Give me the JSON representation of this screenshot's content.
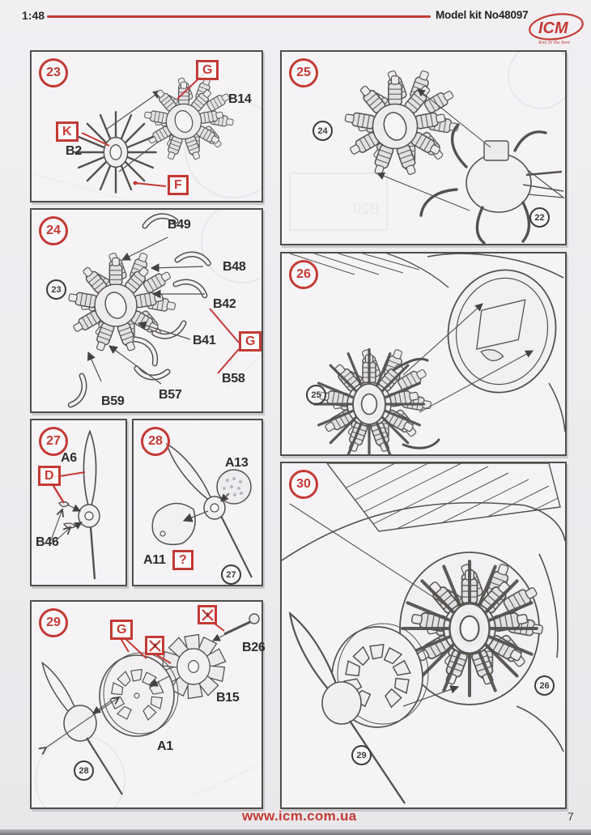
{
  "page": {
    "scale_label": "1:48",
    "kit_label": "Model kit No48097",
    "website": "www.icm.com.ua",
    "page_number": "7"
  },
  "brand": {
    "logo_text": "ICM",
    "logo_tagline": "Kits in the best"
  },
  "colors": {
    "accent_red": "#c43a35",
    "drawing_ink": "#4b4947",
    "paper": "#edebee",
    "panel_background": "#f5f3f6"
  },
  "icons": {
    "no_glue": "no-glue-icon",
    "optional_mark": "question-mark-icon"
  },
  "steps": {
    "s23": {
      "number": "23",
      "parts": {
        "g": "G",
        "b14": "B14",
        "k": "K",
        "b2": "B2",
        "f": "F"
      }
    },
    "s24": {
      "number": "24",
      "refs": {
        "r23": "23"
      },
      "parts": {
        "b49": "B49",
        "b48": "B48",
        "b42": "B42",
        "b41": "B41",
        "g": "G",
        "b58": "B58",
        "b57": "B57",
        "b59": "B59"
      }
    },
    "s25": {
      "number": "25",
      "refs": {
        "r24": "24",
        "r22": "22"
      }
    },
    "s26": {
      "number": "26",
      "refs": {
        "r25": "25"
      }
    },
    "s27": {
      "number": "27",
      "parts": {
        "a6": "A6",
        "d": "D",
        "b46": "B46"
      }
    },
    "s28": {
      "number": "28",
      "refs": {
        "r27": "27"
      },
      "parts": {
        "a13": "A13",
        "a11": "A11",
        "optional_mark": "?"
      }
    },
    "s29": {
      "number": "29",
      "refs": {
        "r28": "28"
      },
      "parts": {
        "g": "G",
        "b26": "B26",
        "b15": "B15",
        "a1": "A1"
      }
    },
    "s30": {
      "number": "30",
      "refs": {
        "r26": "26",
        "r29": "29"
      }
    }
  }
}
